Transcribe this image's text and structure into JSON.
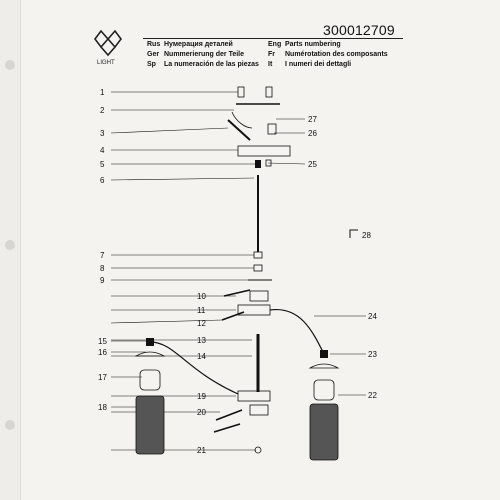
{
  "header": {
    "brand": "LIGHT",
    "code": "300012709",
    "languages_left": [
      {
        "tag": "Rus",
        "text": "Нумерация деталей"
      },
      {
        "tag": "Ger",
        "text": "Nummerierung der Teile"
      },
      {
        "tag": "Sp",
        "text": "La numeración de las piezas"
      }
    ],
    "languages_right": [
      {
        "tag": "Eng",
        "text": "Parts numbering"
      },
      {
        "tag": "Fr",
        "text": "Numérotation des composants"
      },
      {
        "tag": "It",
        "text": "I numeri dei dettagli"
      }
    ]
  },
  "parts_left": [
    "1",
    "2",
    "3",
    "4",
    "5",
    "6",
    "7",
    "8",
    "9",
    "10",
    "11",
    "12",
    "13",
    "14",
    "15",
    "16",
    "17",
    "18",
    "19",
    "20",
    "21"
  ],
  "parts_right": [
    "27",
    "26",
    "25",
    "28",
    "24",
    "23",
    "22"
  ],
  "colors": {
    "ink": "#111111",
    "paper": "#f4f3ef",
    "shade": "#555555"
  }
}
